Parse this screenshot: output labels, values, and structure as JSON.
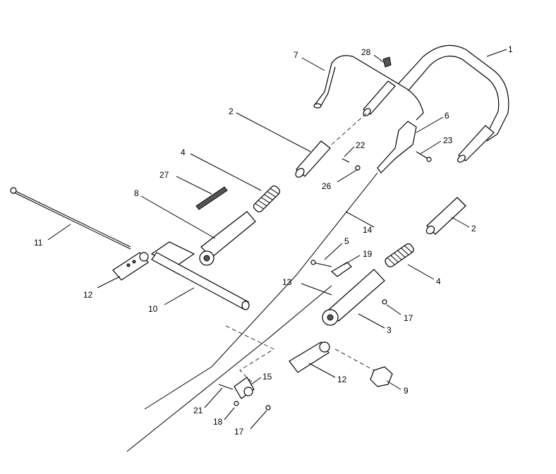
{
  "callouts": [
    {
      "label": "1"
    },
    {
      "label": "28"
    },
    {
      "label": "7"
    },
    {
      "label": "6"
    },
    {
      "label": "2"
    },
    {
      "label": "22"
    },
    {
      "label": "23"
    },
    {
      "label": "4"
    },
    {
      "label": "27"
    },
    {
      "label": "26"
    },
    {
      "label": "8"
    },
    {
      "label": "14"
    },
    {
      "label": "2"
    },
    {
      "label": "11"
    },
    {
      "label": "5"
    },
    {
      "label": "19"
    },
    {
      "label": "4"
    },
    {
      "label": "12"
    },
    {
      "label": "13"
    },
    {
      "label": "10"
    },
    {
      "label": "17"
    },
    {
      "label": "3"
    },
    {
      "label": "15"
    },
    {
      "label": "12"
    },
    {
      "label": "9"
    },
    {
      "label": "21"
    },
    {
      "label": "18"
    },
    {
      "label": "17"
    }
  ]
}
